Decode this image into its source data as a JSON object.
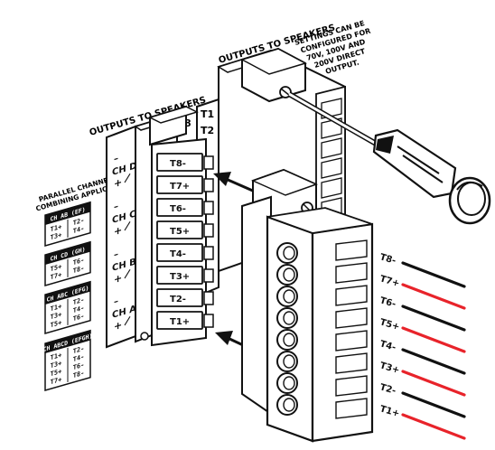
{
  "labels": {
    "outputs_left": "OUTPUTS TO SPEAKERS",
    "outputs_right": "OUTPUTS TO SPEAKERS",
    "settings_note": [
      "SETTINGS CAN BE",
      "CONFIGURED FOR",
      "70V, 100V AND",
      "200V DIRECT",
      "OUTPUT."
    ],
    "parallel_note": [
      "PARALLEL CHANNEL",
      "COMBINING APPLICATIONS"
    ]
  },
  "channel_labels": [
    "CH D",
    "CH C",
    "CH B",
    "CH A"
  ],
  "channel_boxes": [
    {
      "title": "CH AB (EF)",
      "rows": [
        [
          "T1+",
          "T2-"
        ],
        [
          "T3+",
          "T4-"
        ]
      ]
    },
    {
      "title": "CH CD (GH)",
      "rows": [
        [
          "T5+",
          "T6-"
        ],
        [
          "T7+",
          "T8-"
        ]
      ]
    },
    {
      "title": "CH ABC (EFG)",
      "rows": [
        [
          "T1+",
          "T2-"
        ],
        [
          "T3+",
          "T4-"
        ],
        [
          "T5+",
          "T6-"
        ]
      ]
    },
    {
      "title": "CH ABCD (EFGH)",
      "rows": [
        [
          "T1+",
          "T2-"
        ],
        [
          "T3+",
          "T4-"
        ],
        [
          "T5+",
          "T6-"
        ],
        [
          "T7+",
          "T8-"
        ]
      ]
    }
  ],
  "terminal_labels": [
    "T8-",
    "T7+",
    "T6-",
    "T5+",
    "T4-",
    "T3+",
    "T2-",
    "T1+"
  ],
  "wire_labels": [
    "T8-",
    "T7+",
    "T6-",
    "T5+",
    "T4-",
    "T3+",
    "T2-",
    "T1+"
  ],
  "back_terminal_labels": [
    "T1",
    "T2"
  ],
  "edge_label": "8",
  "colors": {
    "positive_wire": "#e8232a",
    "negative_wire": "#111111",
    "ink": "#111111"
  }
}
